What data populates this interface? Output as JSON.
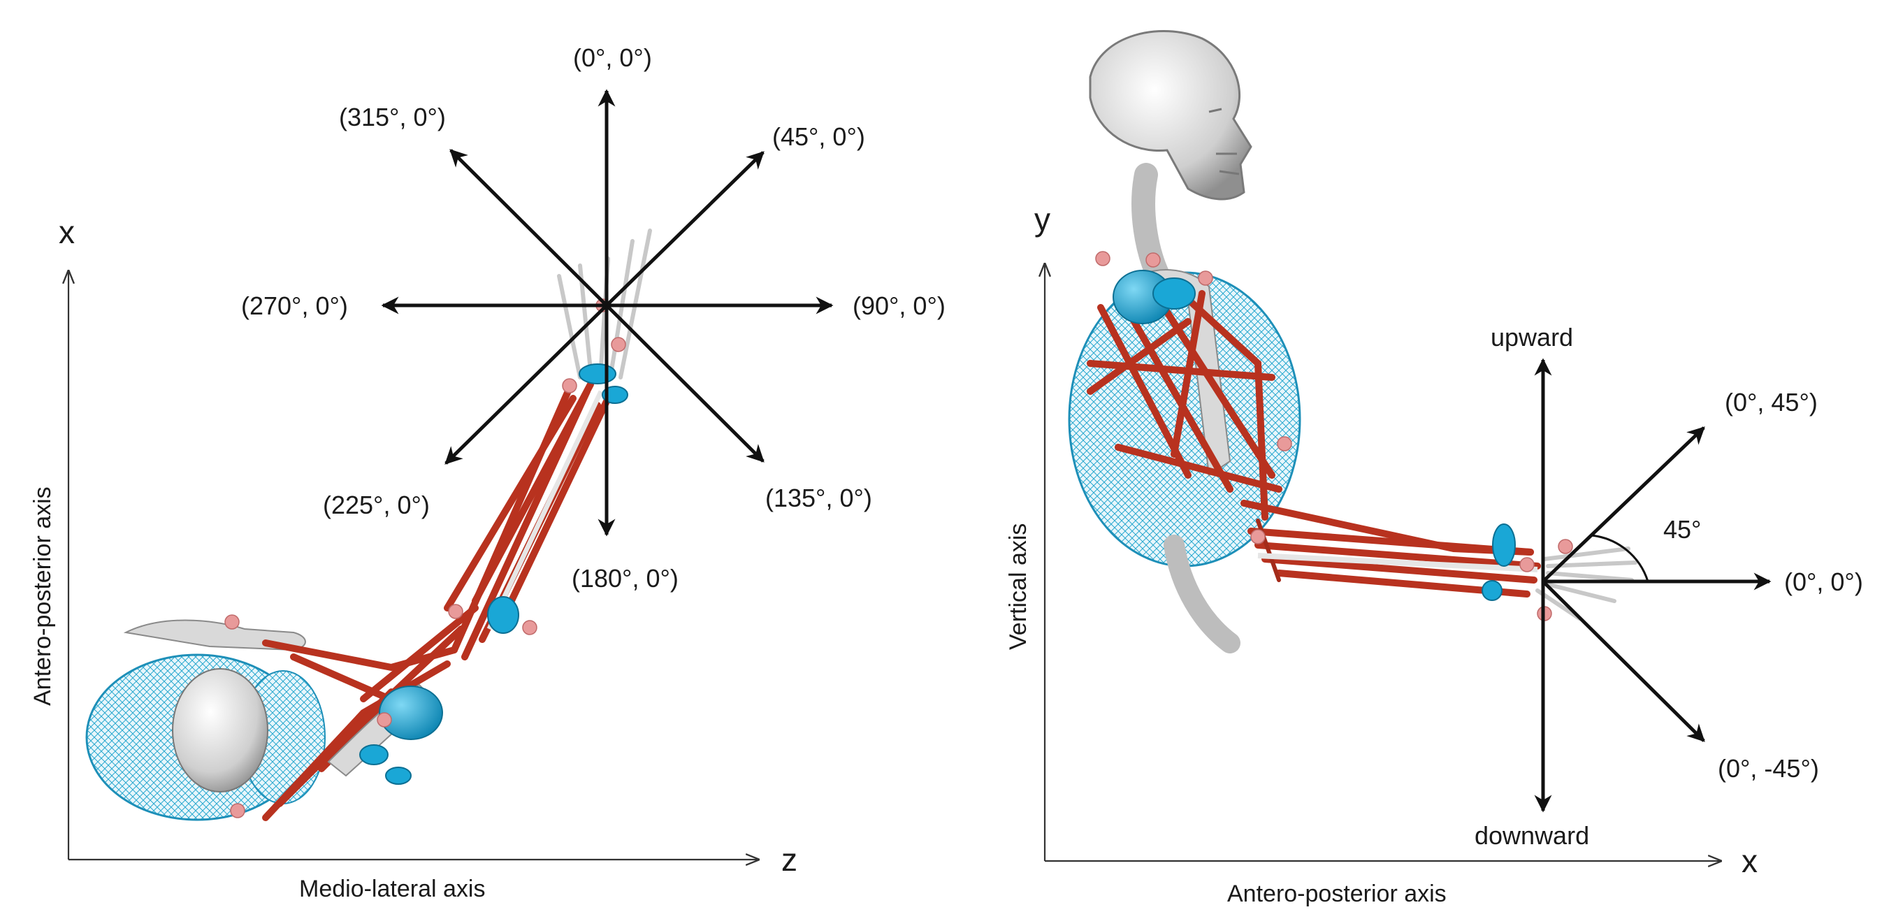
{
  "left_panel": {
    "axis_vertical_letter": "x",
    "axis_horizontal_letter": "z",
    "axis_vertical_name": "Antero-posterior axis",
    "axis_horizontal_name": "Medio-lateral axis",
    "directions": {
      "d0": "(0°, 0°)",
      "d45": "(45°, 0°)",
      "d90": "(90°, 0°)",
      "d135": "(135°, 0°)",
      "d180": "(180°, 0°)",
      "d225": "(225°, 0°)",
      "d270": "(270°, 0°)",
      "d315": "(315°, 0°)"
    }
  },
  "right_panel": {
    "axis_vertical_letter": "y",
    "axis_horizontal_letter": "x",
    "axis_vertical_name": "Vertical axis",
    "axis_horizontal_name": "Antero-posterior axis",
    "directions": {
      "up": "upward",
      "down": "downward",
      "d0": "(0°, 0°)",
      "d45": "(0°, 45°)",
      "dneg45": "(0°, -45°)"
    },
    "angle_label": "45°"
  },
  "colors": {
    "muscle": "#b8321f",
    "wrap_surface": "#1aa7d6",
    "bone": "#d9d9d9",
    "marker": "#e89a9a"
  }
}
